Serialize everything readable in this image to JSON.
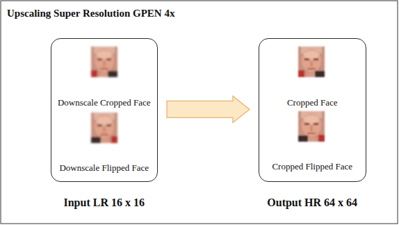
{
  "diagram": {
    "title": "Upscaling Super Resolution GPEN 4x",
    "nodes": [
      {
        "text": [
          "Downscale Cropped Face",
          "Downscale Flipped Face",
          "Input LR 16 x 16"
        ]
      },
      {
        "text": [
          "Cropped Face",
          "Cropped Flipped Face",
          "Output HR 64 x 64"
        ]
      }
    ],
    "edges": [
      {
        "from": 0,
        "to": 1,
        "arrow": "to"
      }
    ]
  }
}
